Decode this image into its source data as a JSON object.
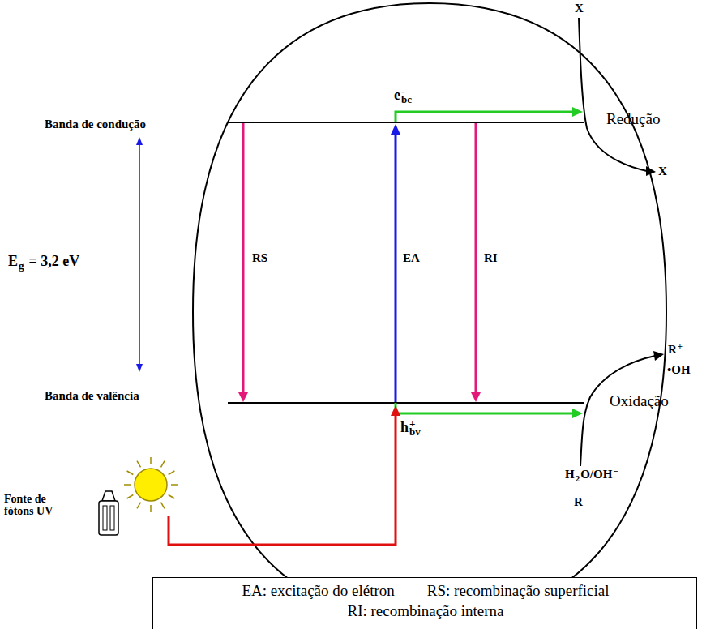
{
  "diagram": {
    "nodes": [
      {
        "text": [
          "EA: excitação do elétron",
          "RS: recombinação superficial",
          "RI: recombinação interna"
        ]
      }
    ],
    "labels": [
      "Banda de condução",
      "Banda de valência",
      "E",
      "g",
      "= 3,2 eV",
      "e",
      "-",
      "bc",
      "RS",
      "EA",
      "RI",
      "Redução",
      "X",
      "X",
      "-",
      "R",
      "+",
      "•OH",
      "Oxidação",
      "h",
      "+",
      "bv",
      "H",
      "2",
      "O/OH",
      "−",
      "R",
      "Fonte de fótons UV"
    ]
  }
}
